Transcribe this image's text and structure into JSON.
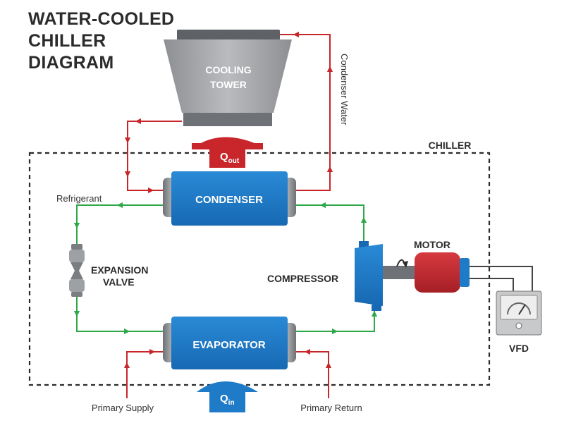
{
  "title": [
    "WATER-COOLED",
    "CHILLER",
    "DIAGRAM"
  ],
  "labels": {
    "cooling_tower": [
      "COOLING",
      "TOWER"
    ],
    "condenser_water": "Condenser Water",
    "chiller": "CHILLER",
    "q_out": {
      "main": "Q",
      "sub": "out"
    },
    "q_in": {
      "main": "Q",
      "sub": "in"
    },
    "condenser": "CONDENSER",
    "evaporator": "EVAPORATOR",
    "refrigerant": "Refrigerant",
    "expansion_valve": [
      "EXPANSION",
      "VALVE"
    ],
    "compressor": "COMPRESSOR",
    "motor": "MOTOR",
    "vfd": "VFD",
    "primary_supply": "Primary Supply",
    "primary_return": "Primary Return"
  },
  "colors": {
    "water_loop": "#c8262b",
    "refrigerant_loop": "#2ea84a",
    "heat_exchanger": "#1f7bc8",
    "heat_exchanger_cap": "#8c8f93",
    "motor": "#c0262d",
    "tower": "#a7a9ac",
    "q_out_arrow": "#c8262b",
    "q_in_arrow": "#1f7bc8",
    "boundary": "#2b2b2b"
  },
  "icons": [
    "cooling-tower-icon",
    "expansion-valve-icon",
    "compressor-icon",
    "motor-icon",
    "vfd-gauge-icon"
  ]
}
